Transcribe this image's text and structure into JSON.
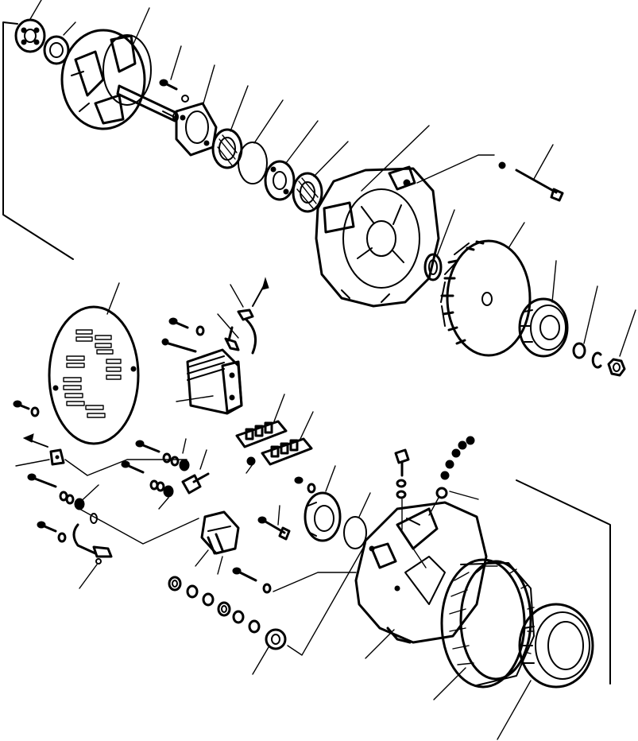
{
  "diagram": {
    "type": "exploded-parts-view",
    "subject": "alternator",
    "line_color": "#000000",
    "background": "#ffffff",
    "leader_count": 44
  }
}
